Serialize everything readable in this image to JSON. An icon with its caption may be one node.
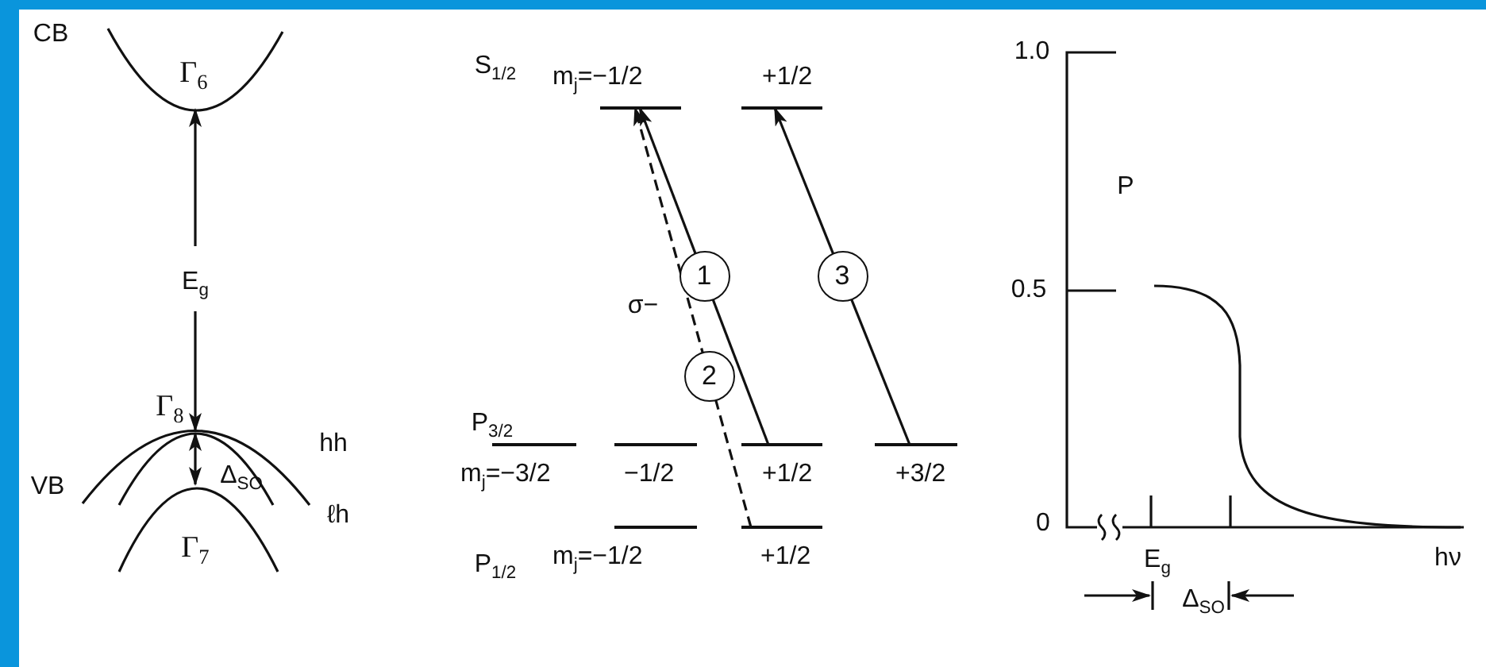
{
  "diagram": {
    "nodes": [
      {
        "text": [
          "m$_{j}$=−1/2"
        ]
      },
      {
        "text": [
          "+1/2"
        ]
      },
      {
        "text": [
          "m$_{j}$=−3/2"
        ]
      },
      {
        "text": [
          "−1/2"
        ]
      },
      {
        "text": [
          "+1/2"
        ]
      },
      {
        "text": [
          "+3/2"
        ]
      },
      {
        "text": [
          "m$_{j}$=−1/2"
        ]
      },
      {
        "text": [
          "+1/2"
        ]
      }
    ],
    "edges": [
      {
        "from": 4,
        "to": 0,
        "arrow": "to",
        "label": "1"
      },
      {
        "from": 7,
        "to": 0,
        "arrow": "to",
        "label": "2",
        "style": "dashed"
      },
      {
        "from": 5,
        "to": 1,
        "arrow": "to",
        "label": "3"
      }
    ],
    "labels": [
      "CB",
      "Γ$_{6}$",
      "S$_{1/2}$",
      "1.0",
      "P",
      "E$_{g}$",
      "σ−",
      "0.5",
      "P$_{3/2}$",
      "Γ$_{8}$",
      "hh",
      "VB",
      "Δ$_{SO}$",
      "ℓh",
      "Γ$_{7}$",
      "P$_{1/2}$",
      "0",
      "E$_{g}$",
      "hν",
      "Δ$_{SO}$"
    ]
  }
}
